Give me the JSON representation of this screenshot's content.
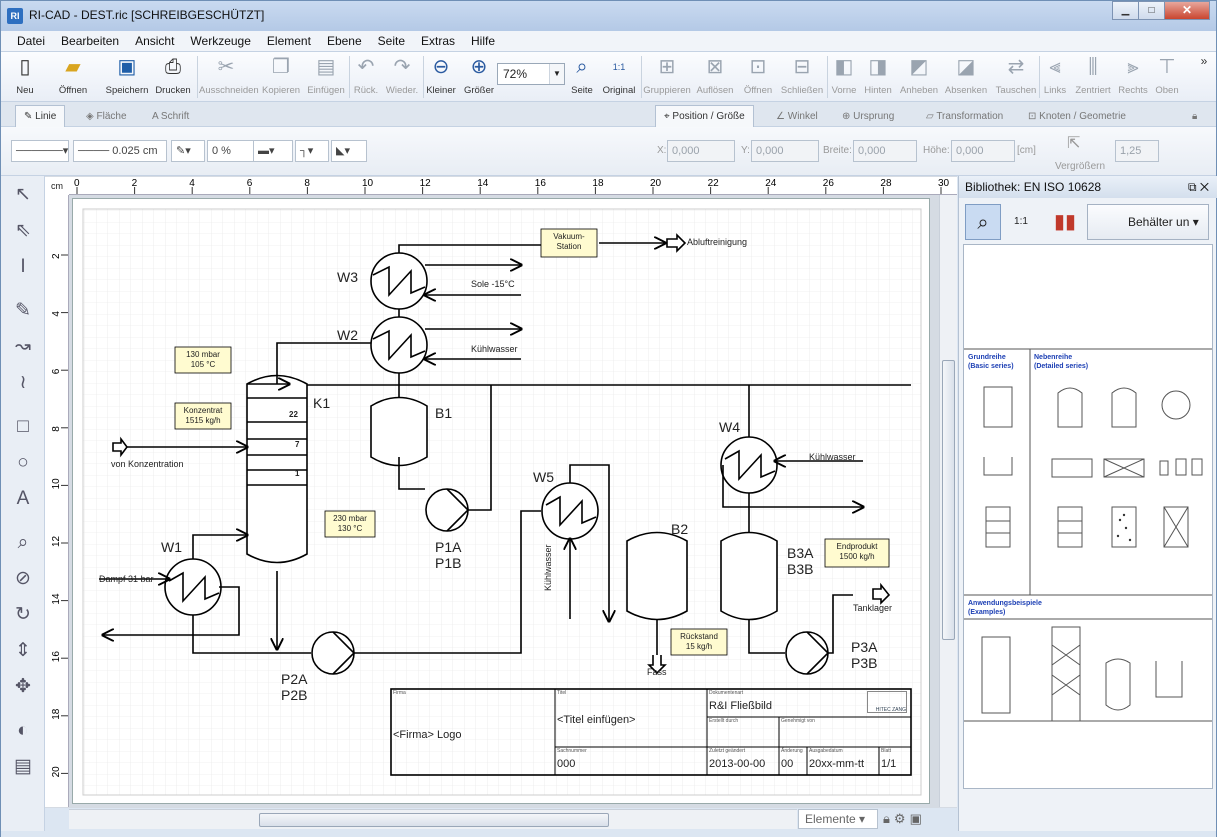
{
  "window": {
    "title": "RI-CAD - DEST.ric   [SCHREIBGESCHÜTZT]",
    "icon": "RI",
    "minimize": "▁",
    "maximize": "□",
    "close": "✕"
  },
  "menu": [
    "Datei",
    "Bearbeiten",
    "Ansicht",
    "Werkzeuge",
    "Element",
    "Ebene",
    "Seite",
    "Extras",
    "Hilfe"
  ],
  "toolbar": {
    "new": "Neu",
    "open": "Öffnen",
    "save": "Speichern",
    "print": "Drucken",
    "cut": "Ausschneiden",
    "copy": "Kopieren",
    "paste": "Einfügen",
    "undo": "Rück.",
    "redo": "Wieder.",
    "zoom_out": "Kleiner",
    "zoom_in": "Größer",
    "zoom_value": "72%",
    "page": "Seite",
    "original": "Original",
    "original_badge": "1:1",
    "group": "Gruppieren",
    "ungroup": "Auflösen",
    "open_group": "Öffnen",
    "close_group": "Schließen",
    "front": "Vorne",
    "back": "Hinten",
    "raise": "Anheben",
    "lower": "Absenken",
    "swap": "Tauschen",
    "left": "Links",
    "center": "Zentriert",
    "right": "Rechts",
    "top": "Oben",
    "more": "»"
  },
  "tabs_left": [
    "Linie",
    "Fläche",
    "Schrift"
  ],
  "tabs_right": [
    "Position / Größe",
    "Winkel",
    "Ursprung",
    "Transformation",
    "Knoten / Geometrie"
  ],
  "props": {
    "line_width": "0.025 cm",
    "opacity": "0 %",
    "x_label": "X:",
    "x": "0,000",
    "y_label": "Y:",
    "y": "0,000",
    "w_label": "Breite:",
    "w": "0,000",
    "h_label": "Höhe:",
    "h": "0,000",
    "unit": "[cm]",
    "enlarge": "Vergrößern",
    "scale": "1,25"
  },
  "ruler": {
    "unit": "cm",
    "h_ticks": [
      "0",
      "2",
      "4",
      "6",
      "8",
      "10",
      "12",
      "14",
      "16",
      "18",
      "20",
      "22",
      "24",
      "26",
      "28",
      "30"
    ],
    "v_ticks": [
      "2",
      "4",
      "6",
      "8",
      "10",
      "12",
      "14",
      "16",
      "18",
      "20"
    ]
  },
  "diagram": {
    "W3": "W3",
    "W2": "W2",
    "W1": "W1",
    "W4": "W4",
    "W5": "W5",
    "K1": "K1",
    "B1": "B1",
    "B2": "B2",
    "B3": "B3A\nB3B",
    "P1": "P1A",
    "P1b": "P1B",
    "P2": "P2A",
    "P2b": "P2B",
    "P3": "P3A",
    "P3b": "P3B",
    "B3a": "B3A",
    "B3b": "B3B",
    "vac1": "Vakuum-",
    "vac2": "Station",
    "exhaust": "Abluftreinigung",
    "sole": "Sole -15°C",
    "kw1": "Kühlwasser",
    "kw2": "Kühlwasser",
    "kw3": "Kühlwasser",
    "b130_1": "130 mbar",
    "b130_2": "105 °C",
    "konz1": "Konzentrat",
    "konz2": "1515 kg/h",
    "b230_1": "230 mbar",
    "b230_2": "130 °C",
    "tray22": "22",
    "tray7": "7",
    "tray1": "1",
    "from_conc": "von Konzentration",
    "steam": "Dampf 31 bar",
    "end1": "Endprodukt",
    "end2": "1500 kg/h",
    "tank": "Tanklager",
    "res1": "Rückstand",
    "res2": "15 kg/h",
    "fass": "Fass"
  },
  "titleblock": {
    "firma_label": "Firma",
    "firma": "<Firma> Logo",
    "titel_label": "Titel",
    "titel": "<Titel einfügen>",
    "doc_label": "Dokumentenart",
    "doc": "R&I Fließbild",
    "made_label": "Erstellt durch",
    "approved_label": "Genehmigt von",
    "sach_label": "Sachnummer",
    "sach": "000",
    "changed_label": "Zuletzt geändert",
    "changed": "2013-00-00",
    "rev_label": "Änderung",
    "rev": "00",
    "issued_label": "Ausgabedatum",
    "issued": "20xx-mm-tt",
    "sheet_label": "Blatt",
    "sheet": "1/1",
    "logo": "HITEC ZANG"
  },
  "library": {
    "title": "Bibliothek: EN ISO 10628",
    "dropdown": "Behälter un",
    "zoom_badge": "1:1",
    "basic1": "Grundreihe",
    "basic2": "(Basic series)",
    "detail1": "Nebenreihe",
    "detail2": "(Detailed series)",
    "ex1": "Anwendungsbeispiele",
    "ex2": "(Examples)"
  },
  "bottom": {
    "elements": "Elemente"
  }
}
